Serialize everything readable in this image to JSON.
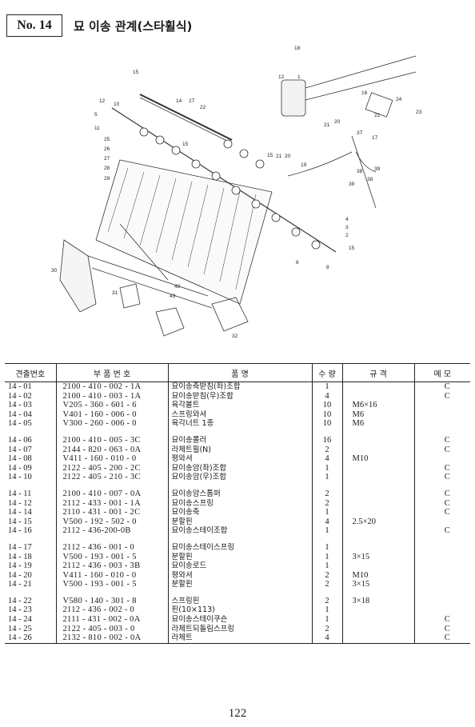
{
  "header": {
    "number": "No. 14",
    "title": "묘 이송 관계(스타휠식)"
  },
  "diagram": {
    "labels": [
      "18",
      "12",
      "1",
      "16",
      "24",
      "22",
      "23",
      "21",
      "20",
      "37",
      "17",
      "39",
      "38",
      "38",
      "39",
      "15",
      "12",
      "10",
      "5",
      "11",
      "25",
      "26",
      "27",
      "28",
      "29",
      "14",
      "27",
      "22",
      "15",
      "15",
      "21",
      "20",
      "19",
      "1",
      "4",
      "3",
      "2",
      "8",
      "15",
      "6",
      "30",
      "31",
      "42",
      "43",
      "32"
    ]
  },
  "table": {
    "headers": [
      "견출번호",
      "부 품 번 호",
      "품 명",
      "수 량",
      "규 격",
      "메 모"
    ],
    "groups": [
      [
        {
          "no": "14 - 01",
          "part": "2100 - 410 - 002 - 1A",
          "name": "묘이송축받침(좌)조합",
          "qty": "1",
          "spec": "",
          "memo": "C"
        },
        {
          "no": "14 - 02",
          "part": "2100 - 410 - 003 - 1A",
          "name": "묘이송받침(우)조합",
          "qty": "4",
          "spec": "",
          "memo": "C"
        },
        {
          "no": "14 - 03",
          "part": "V205 - 360 - 601 - 6",
          "name": "육각볼트",
          "qty": "10",
          "spec": "M6×16",
          "memo": ""
        },
        {
          "no": "14 - 04",
          "part": "V401 - 160 - 006 - 0",
          "name": "스프링와셔",
          "qty": "10",
          "spec": "M6",
          "memo": ""
        },
        {
          "no": "14 - 05",
          "part": "V300 - 260 - 006 - 0",
          "name": "육각너트 1종",
          "qty": "10",
          "spec": "M6",
          "memo": ""
        }
      ],
      [
        {
          "no": "14 - 06",
          "part": "2100 - 410 - 005 - 3C",
          "name": "묘이송롤러",
          "qty": "16",
          "spec": "",
          "memo": "C"
        },
        {
          "no": "14 - 07",
          "part": "2144 - 820 - 063 - 0A",
          "name": "라체트휠(N)",
          "qty": "2",
          "spec": "",
          "memo": "C"
        },
        {
          "no": "14 - 08",
          "part": "V411 - 160 - 010 - 0",
          "name": "평와셔",
          "qty": "4",
          "spec": "M10",
          "memo": ""
        },
        {
          "no": "14 - 09",
          "part": "2122 - 405 - 200 - 2C",
          "name": "묘이송암(좌)조합",
          "qty": "1",
          "spec": "",
          "memo": "C"
        },
        {
          "no": "14 - 10",
          "part": "2122 - 405 - 210 - 3C",
          "name": "묘이송암(우)조합",
          "qty": "1",
          "spec": "",
          "memo": "C"
        }
      ],
      [
        {
          "no": "14 - 11",
          "part": "2100 - 410 - 007 - 0A",
          "name": "묘이송암스톱퍼",
          "qty": "2",
          "spec": "",
          "memo": "C"
        },
        {
          "no": "14 - 12",
          "part": "2112 - 433 - 001 - 1A",
          "name": "묘이송스프링",
          "qty": "2",
          "spec": "",
          "memo": "C"
        },
        {
          "no": "14 - 14",
          "part": "2110 - 431 - 001 - 2C",
          "name": "묘이송축",
          "qty": "1",
          "spec": "",
          "memo": "C"
        },
        {
          "no": "14 - 15",
          "part": "V500 - 192 - 502 - 0",
          "name": "분할핀",
          "qty": "4",
          "spec": "2.5×20",
          "memo": ""
        },
        {
          "no": "14 - 16",
          "part": "2112 - 436-200-0B",
          "name": "묘이송스테이조합",
          "qty": "1",
          "spec": "",
          "memo": "C"
        }
      ],
      [
        {
          "no": "14 - 17",
          "part": "2112 - 436 - 001 - 0",
          "name": "묘이송스테이스프링",
          "qty": "1",
          "spec": "",
          "memo": ""
        },
        {
          "no": "14 - 18",
          "part": "V500 - 193 - 001 - 5",
          "name": "분할핀",
          "qty": "1",
          "spec": "3×15",
          "memo": ""
        },
        {
          "no": "14 - 19",
          "part": "2112 - 436 - 003 - 3B",
          "name": "묘이송로드",
          "qty": "1",
          "spec": "",
          "memo": ""
        },
        {
          "no": "14 - 20",
          "part": "V411 - 160 - 010 - 0",
          "name": "평와셔",
          "qty": "2",
          "spec": "M10",
          "memo": ""
        },
        {
          "no": "14 - 21",
          "part": "V500 - 193 - 001 - 5",
          "name": "분할핀",
          "qty": "2",
          "spec": "3×15",
          "memo": ""
        }
      ],
      [
        {
          "no": "14 - 22",
          "part": "V580 - 140 - 301 - 8",
          "name": "스프링핀",
          "qty": "2",
          "spec": "3×18",
          "memo": ""
        },
        {
          "no": "14 - 23",
          "part": "2112 - 436 - 002 - 0",
          "name": "핀(10×113)",
          "qty": "1",
          "spec": "",
          "memo": ""
        },
        {
          "no": "14 - 24",
          "part": "2111 - 431 - 002 - 0A",
          "name": "묘이송스테이쿠숀",
          "qty": "1",
          "spec": "",
          "memo": "C"
        },
        {
          "no": "14 - 25",
          "part": "2122 - 405 - 003 - 0",
          "name": "라체트되돌림스프링",
          "qty": "2",
          "spec": "",
          "memo": "C"
        },
        {
          "no": "14 - 26",
          "part": "2132 - 810 - 002 - 0A",
          "name": "라체트",
          "qty": "4",
          "spec": "",
          "memo": "C"
        }
      ]
    ]
  },
  "page_number": "122"
}
